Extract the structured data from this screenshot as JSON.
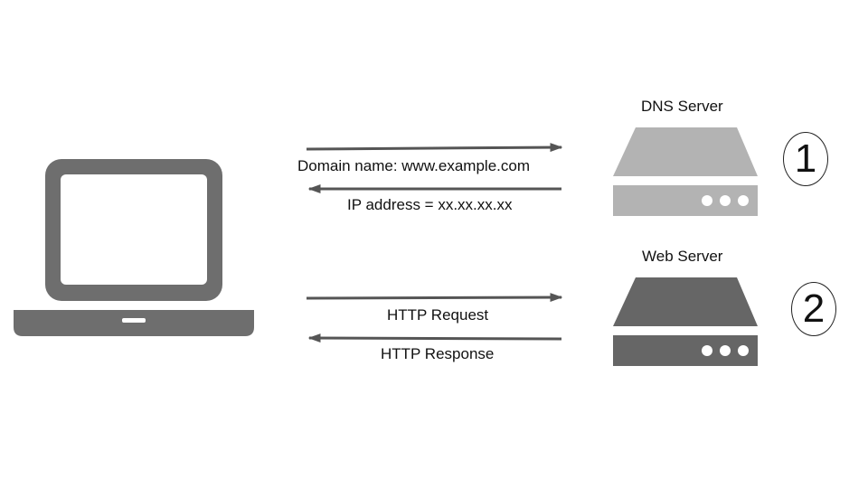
{
  "client": {
    "icon": "laptop-icon"
  },
  "dns_lookup": {
    "server_label": "DNS Server",
    "server_icon": "server-icon",
    "server_color": "#b3b3b3",
    "step": "1",
    "request_label": "Domain name: www.example.com",
    "response_label": "IP address = xx.xx.xx.xx"
  },
  "web_request": {
    "server_label": "Web Server",
    "server_icon": "server-icon",
    "server_color": "#666666",
    "step": "2",
    "request_label": "HTTP Request",
    "response_label": "HTTP Response"
  },
  "colors": {
    "laptop": "#6e6e6e",
    "arrow": "#555555"
  }
}
